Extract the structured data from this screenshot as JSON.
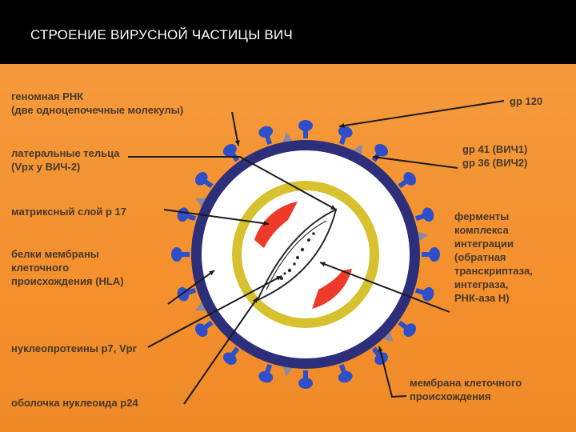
{
  "slide": {
    "title": "СТРОЕНИЕ ВИРУСНОЙ ЧАСТИЦЫ ВИЧ"
  },
  "diagram": {
    "colors": {
      "background": "#f4902e",
      "envelope": "#2d2f7a",
      "spikes": "#2f4fc8",
      "matrix_ring": "#d8c12e",
      "capsid_red": "#ee3a28",
      "inner_white": "#ffffff",
      "arrows": "#1a1a1a"
    },
    "labels_left": [
      {
        "id": "genomic-rna",
        "text": "геномная РНК\n(две одноцепочечные молекулы)"
      },
      {
        "id": "lateral-bodies",
        "text": "латеральные тельца\n(Vpx у ВИЧ-2)"
      },
      {
        "id": "matrix-layer",
        "text": "матриксный слой p 17"
      },
      {
        "id": "membrane-proteins",
        "text": "белки мембраны\nклеточного\nпроисхождения (HLA)"
      },
      {
        "id": "nucleoproteins",
        "text": "нуклеопротеины p7, Vpr"
      },
      {
        "id": "nucleoid-shell",
        "text": "оболочка нуклеоида p24"
      }
    ],
    "labels_right": [
      {
        "id": "gp120",
        "text": "gp 120"
      },
      {
        "id": "gp41-gp36",
        "text": "gp 41 (ВИЧ1)\ngp 36 (ВИЧ2)"
      },
      {
        "id": "integration-enzymes",
        "text": "ферменты\nкомплекса\nинтеграции\n(обратная\nтранскриптаза,\nинтеграза,\nРНК-аза Н)"
      },
      {
        "id": "cell-membrane",
        "text": "мембрана клеточного\nпроисхождения"
      }
    ]
  }
}
